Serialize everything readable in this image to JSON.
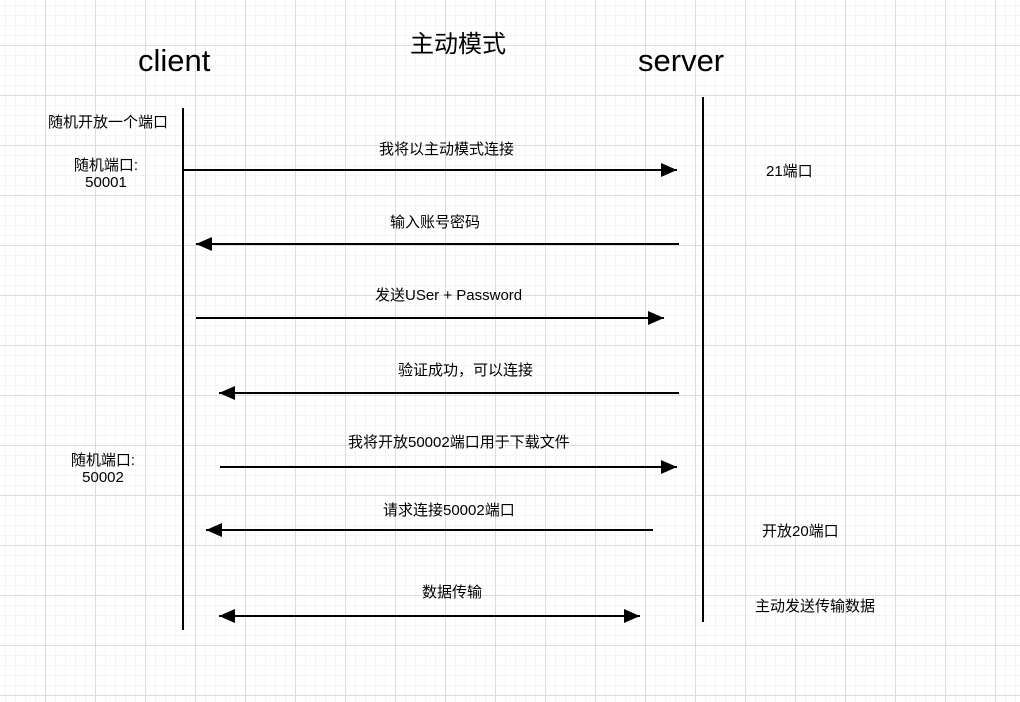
{
  "diagram": {
    "title": "主动模式",
    "actors": [
      {
        "name": "client"
      },
      {
        "name": "server"
      }
    ],
    "client_notes": [
      {
        "text": "随机开放一个端口"
      },
      {
        "line1": "随机端口:",
        "line2": "50001"
      },
      {
        "line1": "随机端口:",
        "line2": "50002"
      }
    ],
    "server_notes": [
      {
        "text": "21端口"
      },
      {
        "text": "开放20端口"
      },
      {
        "text": "主动发送传输数据"
      }
    ],
    "messages": [
      {
        "label": "我将以主动模式连接",
        "direction": "client-to-server"
      },
      {
        "label": "输入账号密码",
        "direction": "server-to-client"
      },
      {
        "label": "发送USer + Password",
        "direction": "client-to-server"
      },
      {
        "label": "验证成功，可以连接",
        "direction": "server-to-client"
      },
      {
        "label": "我将开放50002端口用于下载文件",
        "direction": "client-to-server"
      },
      {
        "label": "请求连接50002端口",
        "direction": "server-to-client"
      },
      {
        "label": "数据传输",
        "direction": "bidirectional"
      }
    ],
    "colors": {
      "stroke": "#000000",
      "text": "#000000",
      "background": "#ffffff",
      "grid_minor": "#f4f4f4",
      "grid_major": "#dcdcdc"
    }
  }
}
